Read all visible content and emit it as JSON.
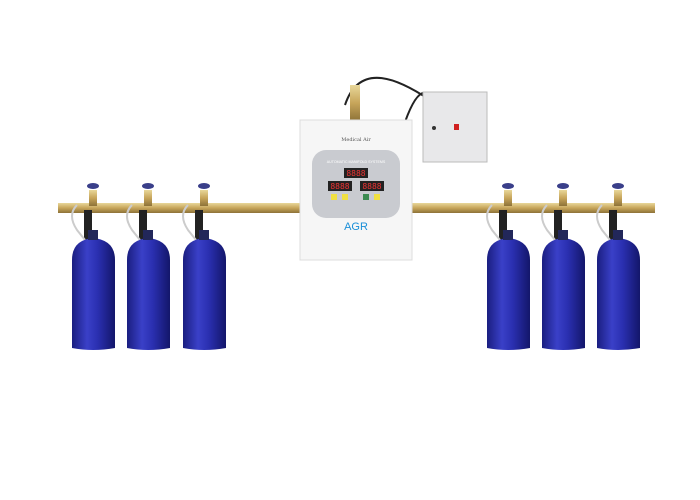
{
  "panel": {
    "title": "Medical Air",
    "subtitle": "AUTOMATIC MANIFOLD SYSTEMS",
    "brand": "AGR",
    "display_top": "8888",
    "display_left": "8888",
    "display_right": "8888"
  },
  "colors": {
    "cylinder": "#2a2fb0",
    "pipe": "#c7a55a",
    "panel_face": "#c9cbd0",
    "brand": "#1a8fd8"
  }
}
